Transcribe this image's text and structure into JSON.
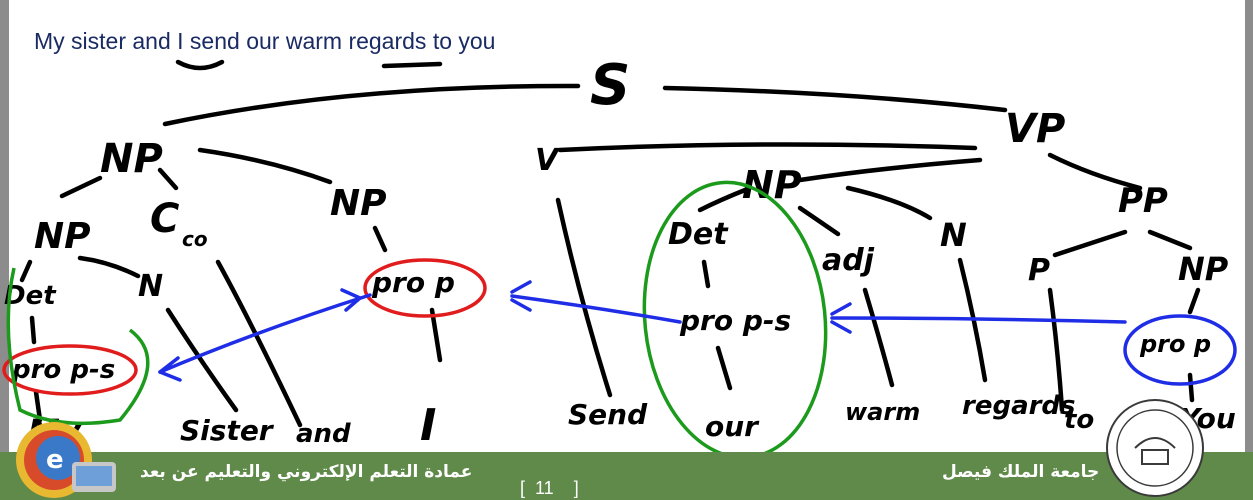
{
  "slide": {
    "sentence": "My sister and I send our warm regards to you"
  },
  "tree": {
    "root": "S",
    "nodes": {
      "np_top": "NP",
      "vp": "VP",
      "np_left": "NP",
      "conj": "C",
      "conj_sub": "co",
      "np_mid": "NP",
      "v": "V",
      "np_right": "NP",
      "pp": "PP",
      "det_left": "Det",
      "n_left": "N",
      "det_right": "Det",
      "adj": "adj",
      "n_right": "N",
      "p": "P",
      "np_pp": "NP"
    },
    "pronouns": {
      "prop_s_left": "pro p-s",
      "prop": "pro p",
      "prop_s_right": "pro p-s",
      "prop_you": "pro p"
    },
    "words": [
      "My",
      "Sister",
      "and",
      "I",
      "Send",
      "our",
      "warm",
      "regards",
      "to",
      "You"
    ]
  },
  "colors": {
    "blue_arrow": "#1f2ee6",
    "red_circle": "#e11c1c",
    "green_circle": "#1c9a1c",
    "footer_bg": "#5f8a4a"
  },
  "footer": {
    "left_text": "عمادة التعلم الإلكتروني والتعليم عن بعد",
    "page": "[  11    ]",
    "right_text": "جامعة الملك فيصل"
  },
  "icons": {
    "left_logo": "elearning-logo-icon",
    "right_seal": "university-seal-icon"
  }
}
